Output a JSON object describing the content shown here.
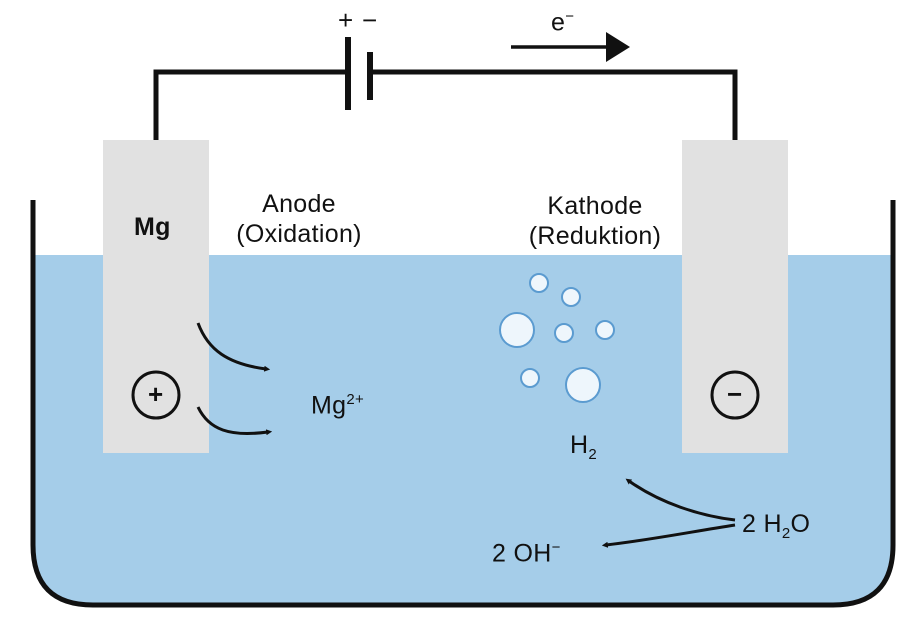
{
  "battery": {
    "positive_label": "+",
    "negative_label": "−"
  },
  "electron": {
    "label": "e",
    "charge": "−"
  },
  "anode": {
    "metal": "Mg",
    "title": "Anode",
    "process": "(Oxidation)",
    "polarity": "+",
    "ion_base": "Mg",
    "ion_charge": "2+"
  },
  "cathode": {
    "title": "Kathode",
    "process": "(Reduktion)",
    "polarity": "−",
    "gas_base": "H",
    "gas_sub": "2",
    "reactant_prefix": "2 H",
    "reactant_sub": "2",
    "reactant_suffix": "O",
    "product": "2 OH",
    "product_charge": "−"
  },
  "colors": {
    "electrolyte": "#a5cde9",
    "electrode": "#e1e1e1",
    "bubble_fill": "#eef6fc",
    "bubble_stroke": "#5b9bd0",
    "wire": "#111111"
  }
}
